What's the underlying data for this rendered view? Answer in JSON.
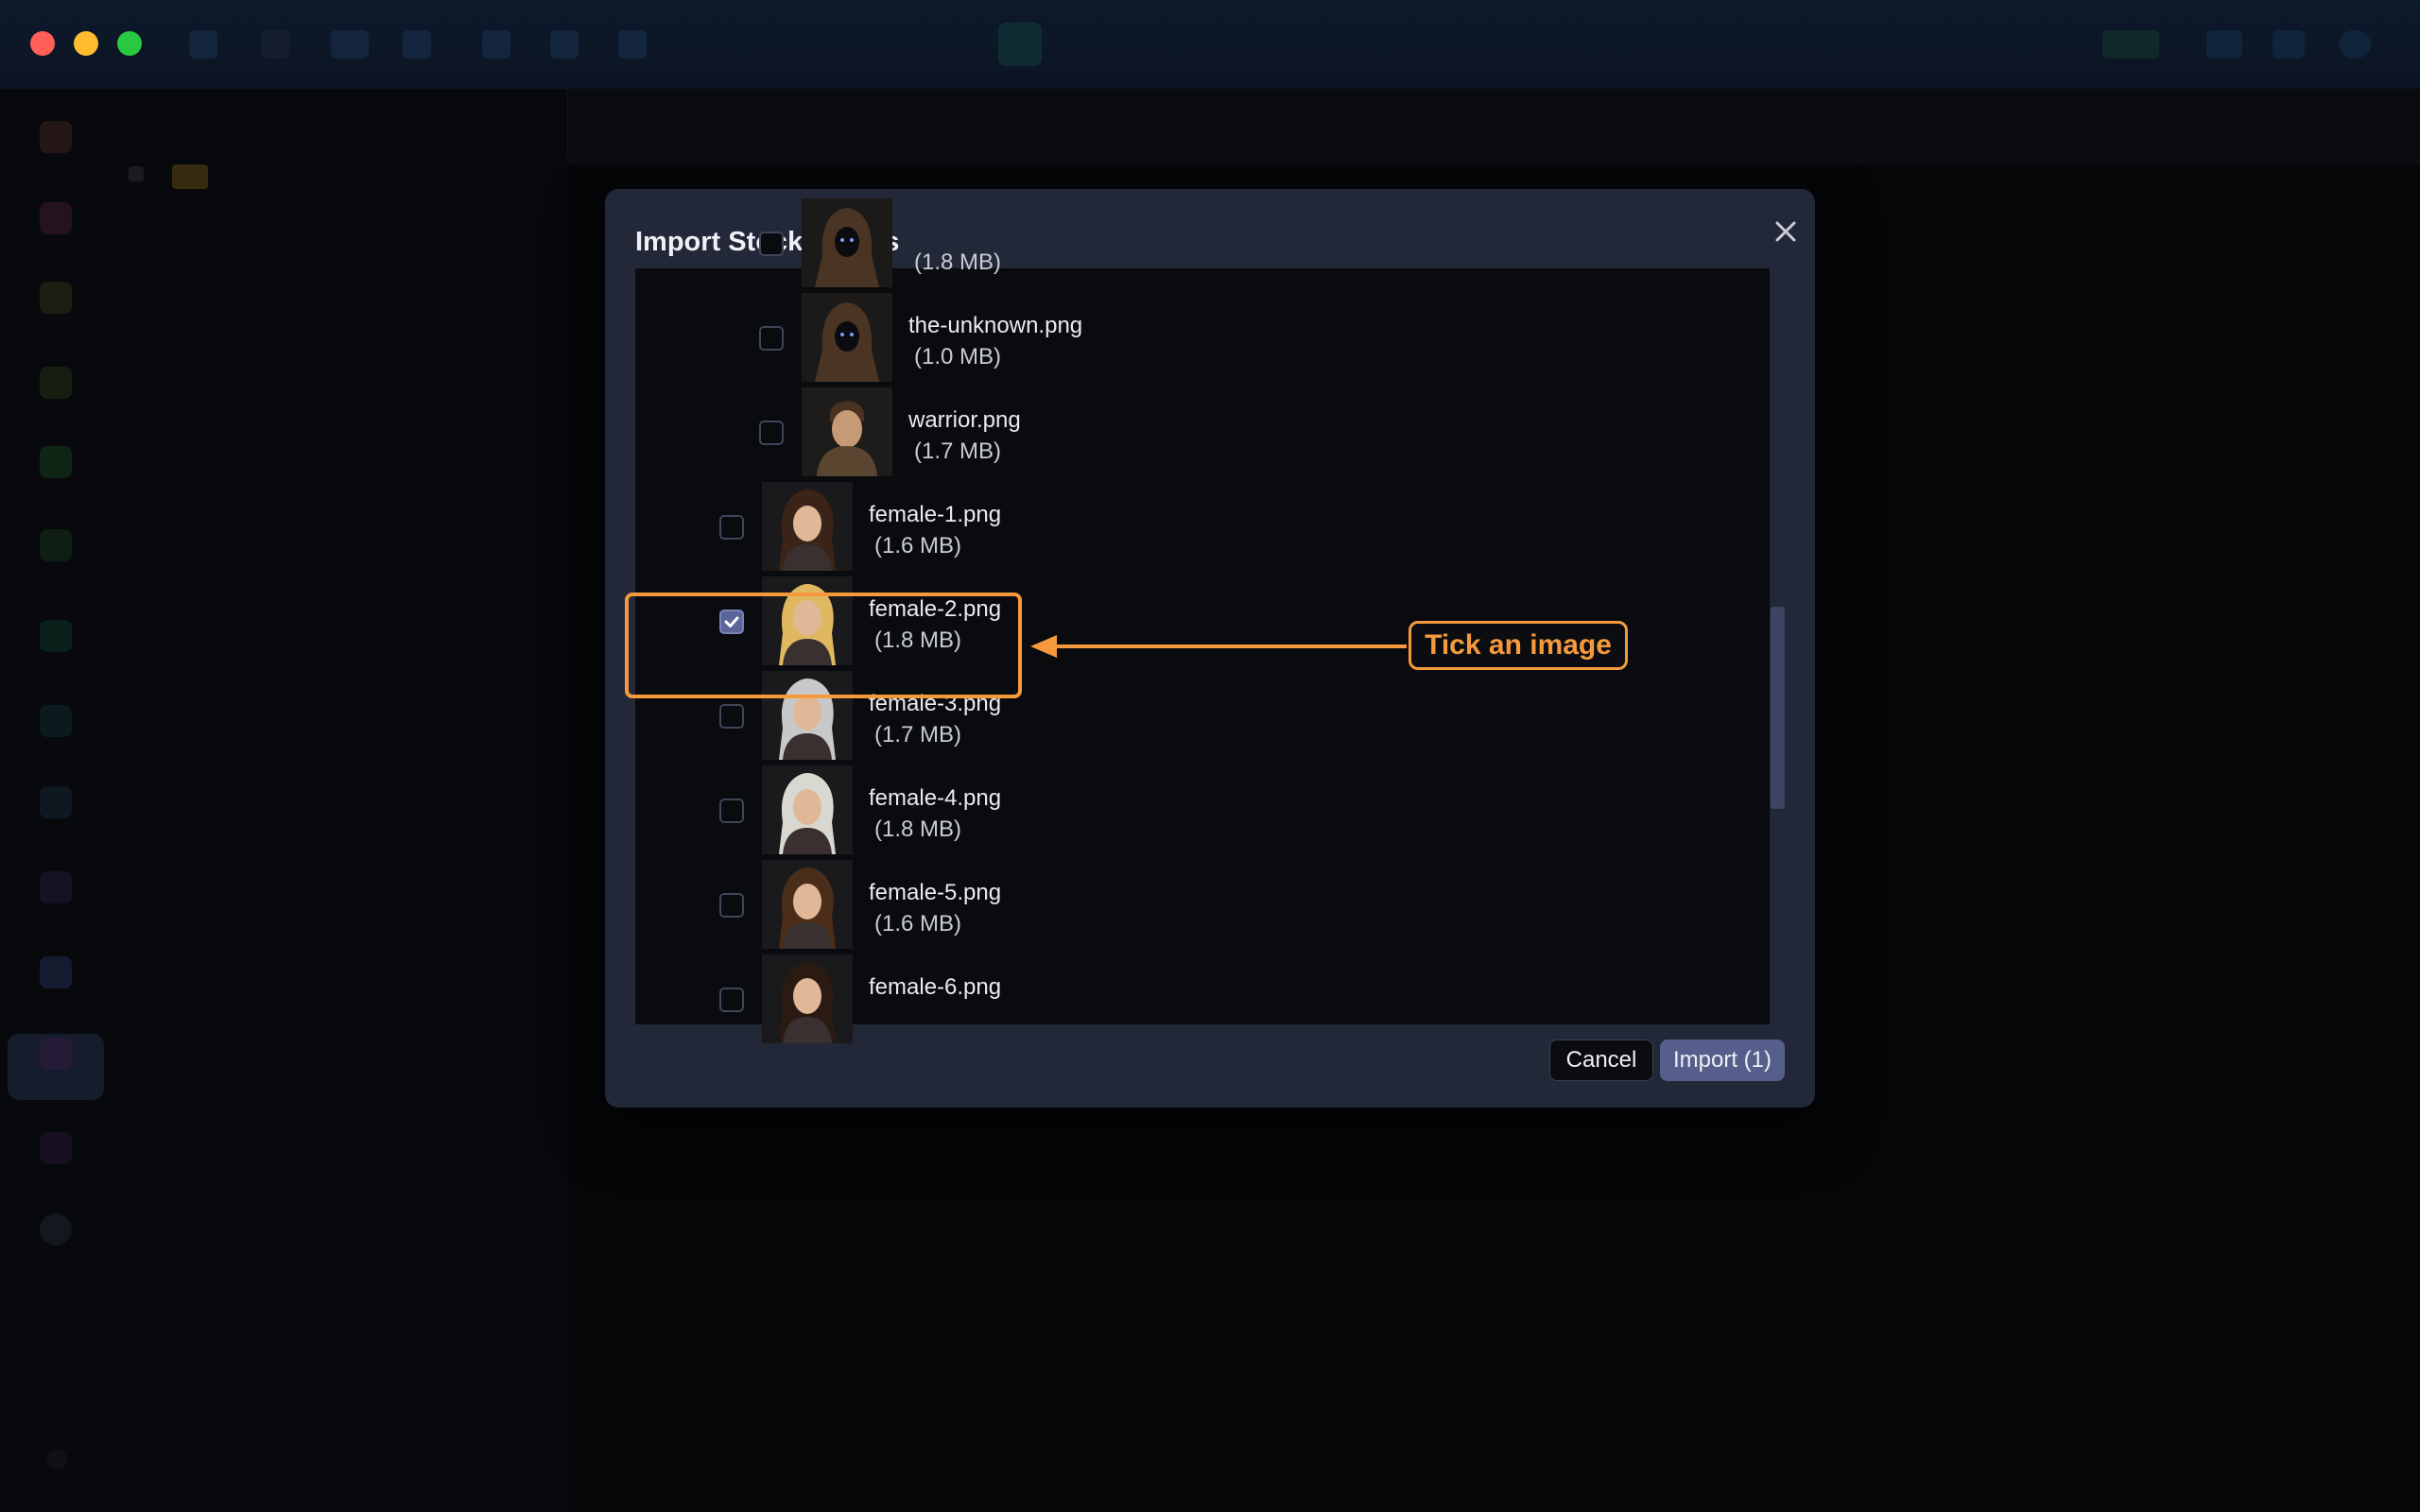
{
  "dialog": {
    "title": "Import Stock Assets",
    "cancel_label": "Cancel",
    "import_label": "Import (1)"
  },
  "assets": [
    {
      "name": "",
      "size": "(1.8 MB)",
      "checked": false,
      "indent": 1,
      "icon": "hooded-figure-thumbnail"
    },
    {
      "name": "the-unknown.png",
      "size": "(1.0 MB)",
      "checked": false,
      "indent": 1,
      "icon": "hooded-figure-thumbnail"
    },
    {
      "name": "warrior.png",
      "size": "(1.7 MB)",
      "checked": false,
      "indent": 1,
      "icon": "warrior-thumbnail"
    },
    {
      "name": "female-1.png",
      "size": "(1.6 MB)",
      "checked": false,
      "indent": 0,
      "icon": "female-portrait-thumbnail"
    },
    {
      "name": "female-2.png",
      "size": "(1.8 MB)",
      "checked": true,
      "indent": 0,
      "icon": "female-portrait-thumbnail"
    },
    {
      "name": "female-3.png",
      "size": "(1.7 MB)",
      "checked": false,
      "indent": 0,
      "icon": "female-portrait-thumbnail"
    },
    {
      "name": "female-4.png",
      "size": "(1.8 MB)",
      "checked": false,
      "indent": 0,
      "icon": "female-portrait-thumbnail"
    },
    {
      "name": "female-5.png",
      "size": "(1.6 MB)",
      "checked": false,
      "indent": 0,
      "icon": "female-portrait-thumbnail"
    },
    {
      "name": "female-6.png",
      "size": "",
      "checked": false,
      "indent": 0,
      "icon": "female-portrait-thumbnail"
    }
  ],
  "annotation": {
    "callout": "Tick an image",
    "color": "#f59a3c"
  },
  "colors": {
    "accent": "#565f8c",
    "checkbox_checked": "#5b6597",
    "dialog_bg": "#222838",
    "list_bg": "#0a0b0e"
  }
}
